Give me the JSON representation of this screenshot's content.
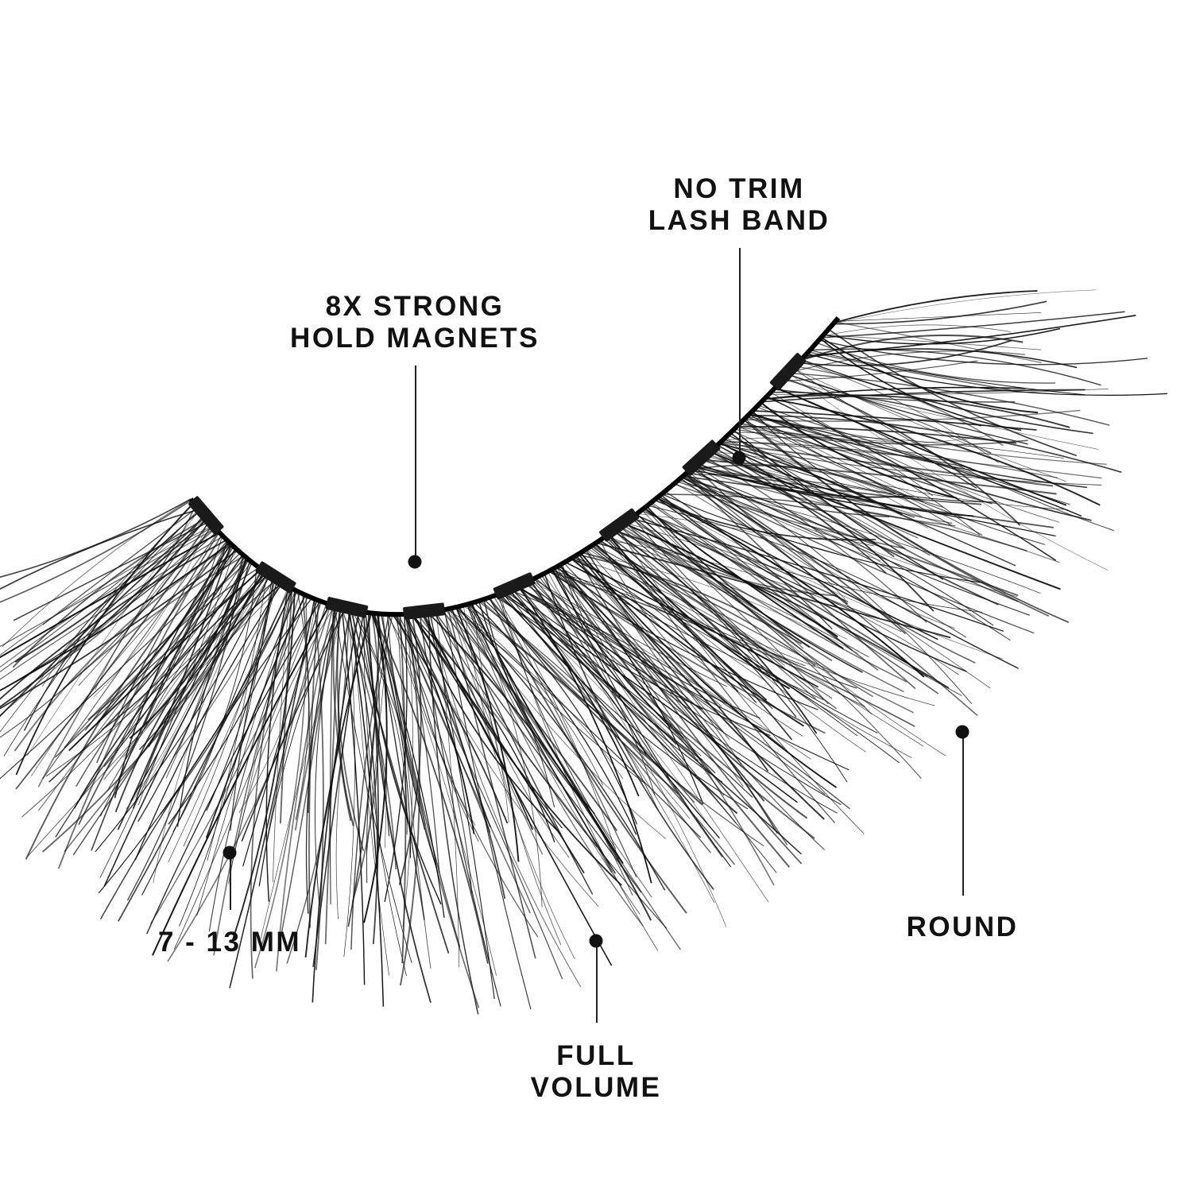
{
  "colors": {
    "ink": "#111111",
    "background": "#ffffff"
  },
  "callouts": [
    {
      "id": "no-trim",
      "lines": [
        "NO TRIM",
        "LASH BAND"
      ]
    },
    {
      "id": "magnets",
      "lines": [
        "8X STRONG",
        "HOLD MAGNETS"
      ]
    },
    {
      "id": "length",
      "lines": [
        "7 - 13 MM"
      ]
    },
    {
      "id": "volume",
      "lines": [
        "FULL",
        "VOLUME"
      ]
    },
    {
      "id": "shape",
      "lines": [
        "ROUND"
      ]
    }
  ]
}
